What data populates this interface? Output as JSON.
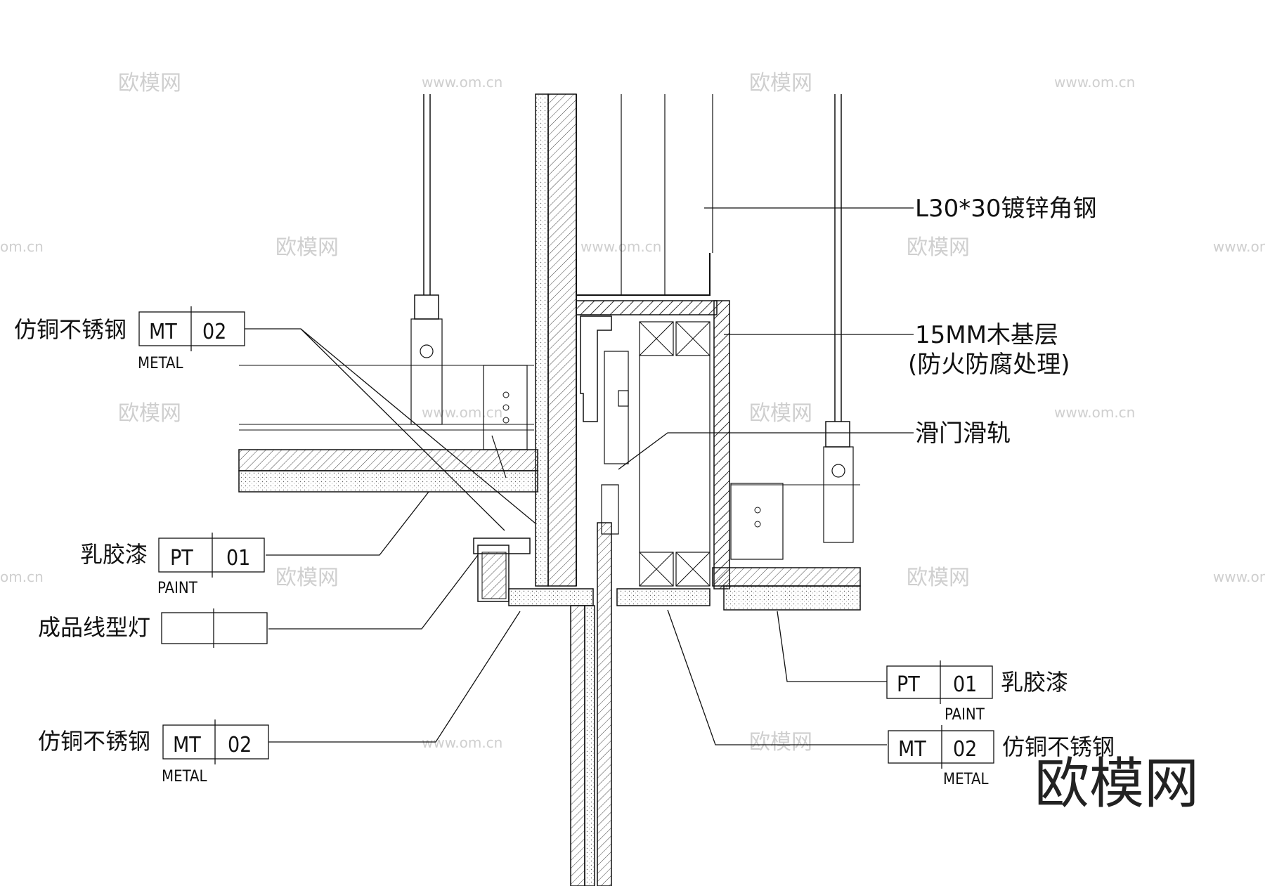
{
  "labels": {
    "angle_steel": "L30*30镀锌角钢",
    "wood_base_1": "15MM木基层",
    "wood_base_2": "(防火防腐处理)",
    "slide_rail": "滑门滑轨",
    "left_mt_top": "仿铜不锈钢",
    "left_pt": "乳胶漆",
    "left_light": "成品线型灯",
    "left_mt_bottom": "仿铜不锈钢",
    "right_pt": "乳胶漆",
    "right_mt": "仿铜不锈钢"
  },
  "tags": {
    "mt_code": "MT",
    "mt_num": "02",
    "mt_sub": "METAL",
    "pt_code": "PT",
    "pt_num": "01",
    "pt_sub": "PAINT"
  },
  "watermarks": {
    "brand": "欧模网",
    "url": "www.om.cn",
    "short": "om.cn"
  }
}
